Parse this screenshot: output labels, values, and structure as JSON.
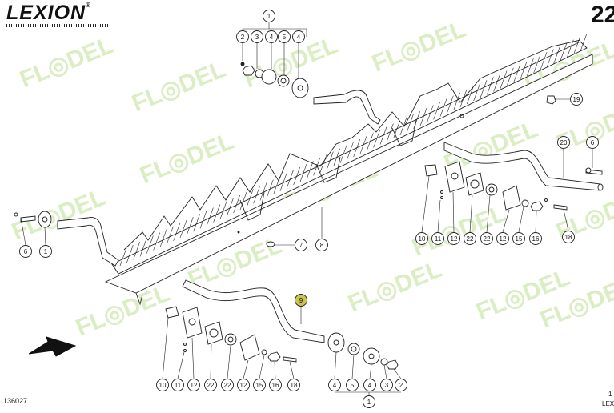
{
  "header": {
    "brand": "LEXION",
    "brand_mark": "®",
    "page_number": "22"
  },
  "footer": {
    "figure_code": "136027",
    "corner_line1": "1",
    "corner_line2": "LEX"
  },
  "watermark": {
    "text": "FL◎DEL",
    "color": "#cfe8b0"
  },
  "colors": {
    "line": "#222222",
    "highlight_fill": "#c9c64f"
  },
  "callouts": [
    {
      "label": "1"
    },
    {
      "label": "2"
    },
    {
      "label": "3"
    },
    {
      "label": "4"
    },
    {
      "label": "5"
    },
    {
      "label": "4"
    },
    {
      "label": "19"
    },
    {
      "label": "20"
    },
    {
      "label": "6"
    },
    {
      "label": "6"
    },
    {
      "label": "1"
    },
    {
      "label": "7"
    },
    {
      "label": "8"
    },
    {
      "label": "10"
    },
    {
      "label": "11"
    },
    {
      "label": "12"
    },
    {
      "label": "22"
    },
    {
      "label": "22"
    },
    {
      "label": "12"
    },
    {
      "label": "15"
    },
    {
      "label": "16"
    },
    {
      "label": "18"
    },
    {
      "label": "9",
      "highlight": true
    },
    {
      "label": "10"
    },
    {
      "label": "11"
    },
    {
      "label": "12"
    },
    {
      "label": "22"
    },
    {
      "label": "22"
    },
    {
      "label": "12"
    },
    {
      "label": "15"
    },
    {
      "label": "16"
    },
    {
      "label": "18"
    },
    {
      "label": "4"
    },
    {
      "label": "5"
    },
    {
      "label": "4"
    },
    {
      "label": "3"
    },
    {
      "label": "2"
    },
    {
      "label": "1"
    }
  ]
}
